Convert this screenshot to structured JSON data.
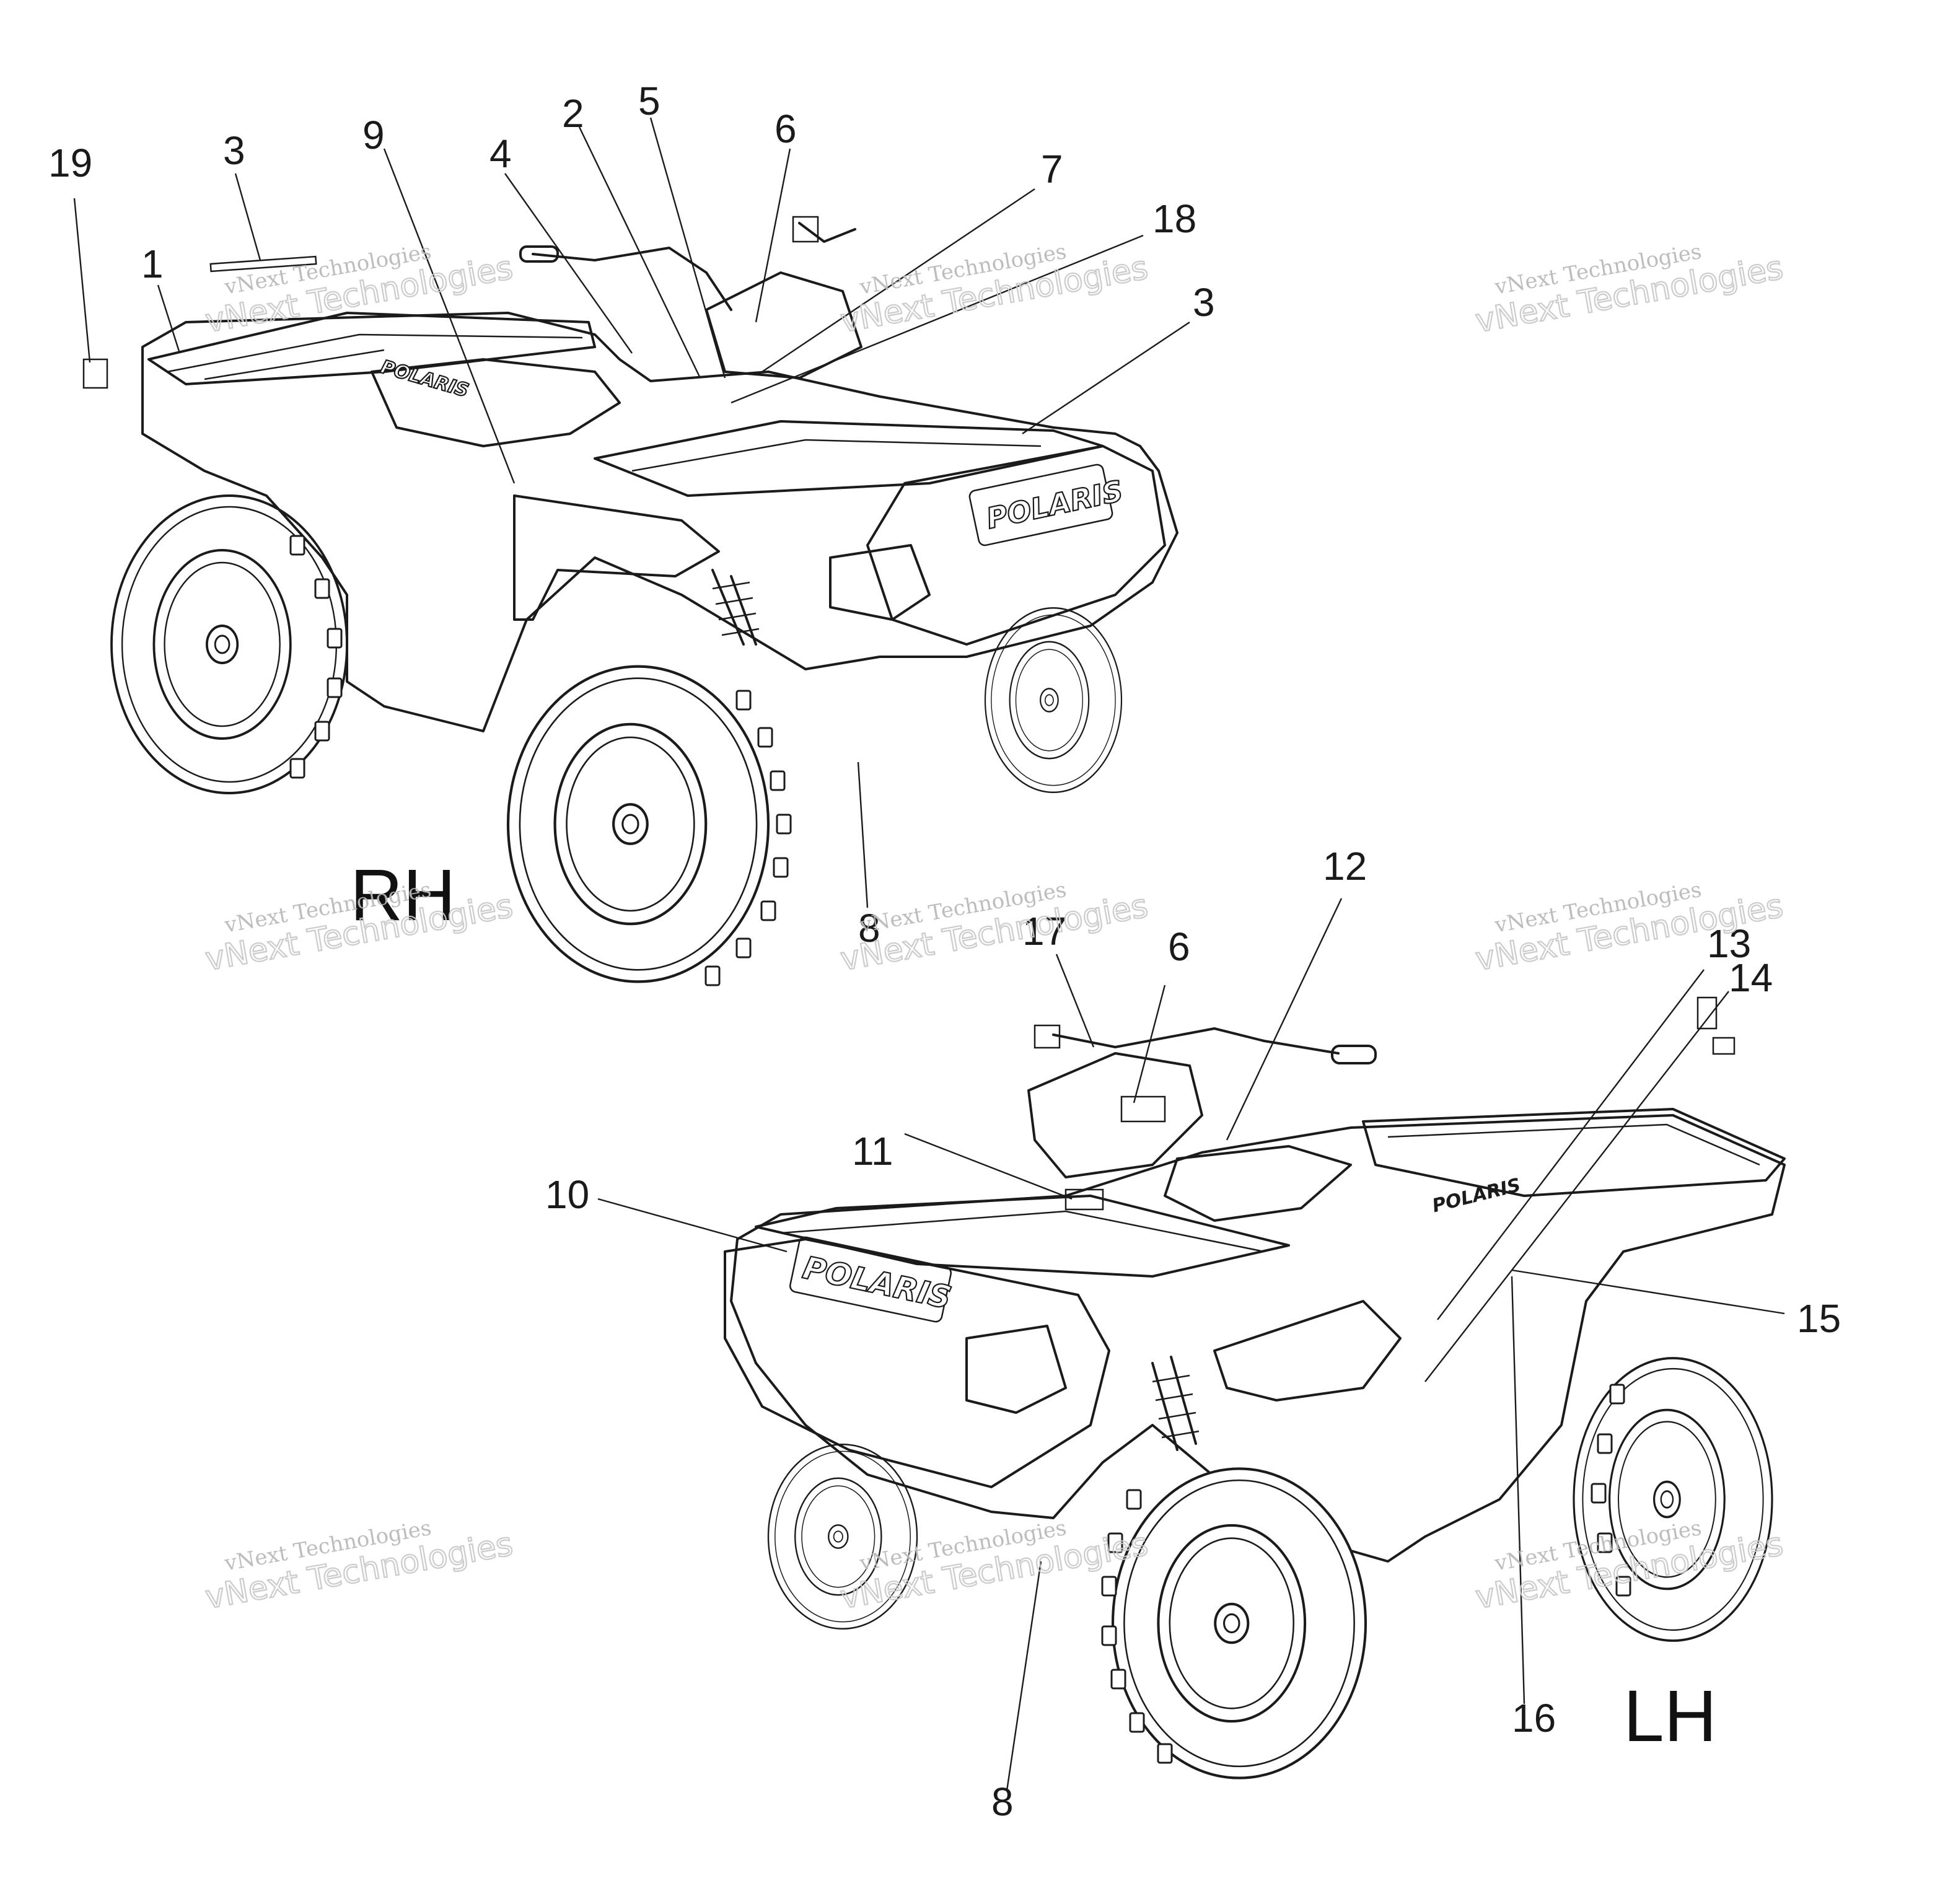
{
  "views": [
    {
      "id": "rh",
      "label": "RH"
    },
    {
      "id": "lh",
      "label": "LH"
    }
  ],
  "brand": {
    "logo_text": "POLARIS"
  },
  "watermark": {
    "line1": "vNext Technologies",
    "line2": "vNext Technologies"
  },
  "callouts": {
    "rh": [
      "19",
      "3",
      "1",
      "9",
      "4",
      "2",
      "5",
      "6",
      "7",
      "18",
      "3",
      "8"
    ],
    "lh": [
      "12",
      "17",
      "6",
      "13",
      "14",
      "11",
      "10",
      "15",
      "16",
      "8"
    ]
  }
}
